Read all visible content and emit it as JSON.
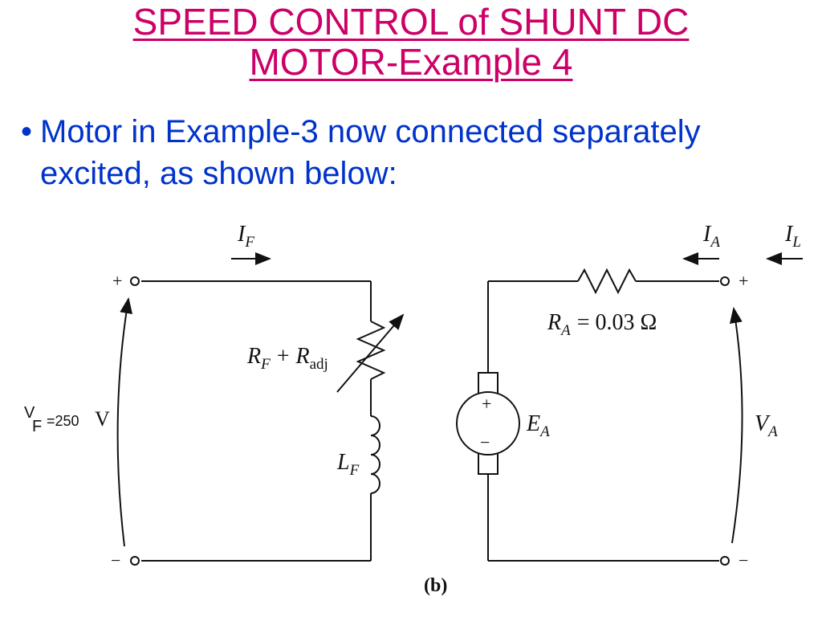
{
  "title": {
    "line1": "SPEED CONTROL of SHUNT DC",
    "line2": "MOTOR-Example 4",
    "color": "#cc0066"
  },
  "bullet": {
    "symbol": "•",
    "line1": "Motor in Example-3 now connected separately",
    "line2": "excited, as shown below:",
    "color": "#0033cc"
  },
  "diagram": {
    "field_current": {
      "main": "I",
      "sub": "F"
    },
    "armature_current": {
      "main": "I",
      "sub": "A"
    },
    "line_current": {
      "main": "I",
      "sub": "L"
    },
    "field_resistance": {
      "main": "R",
      "sub": "F",
      "plus": "+",
      "main2": "R",
      "sub2": "adj"
    },
    "field_inductance": {
      "main": "L",
      "sub": "F"
    },
    "armature_resistance": {
      "main": "R",
      "sub": "A",
      "value": "= 0.03 Ω"
    },
    "internal_voltage": {
      "main": "E",
      "sub": "A"
    },
    "terminal_voltage": {
      "main": "V",
      "sub": "A"
    },
    "field_voltage": {
      "main": "V",
      "sub": "F",
      "value": "=250",
      "unit": "V"
    },
    "motor_plus": "+",
    "motor_minus": "−",
    "left_plus": "+",
    "left_minus": "−",
    "right_plus": "+",
    "right_minus": "−",
    "caption": "(b)"
  }
}
